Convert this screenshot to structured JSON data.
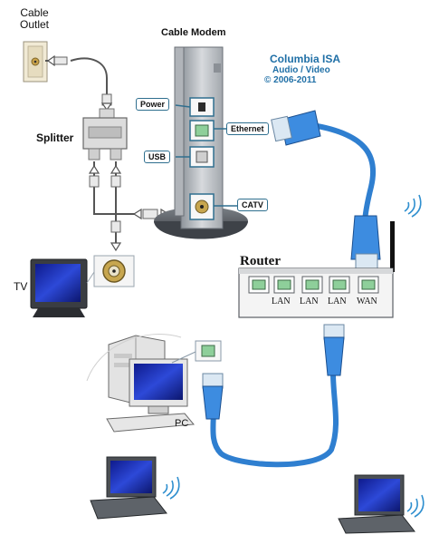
{
  "labels": {
    "cable_outlet": "Cable\nOutlet",
    "cable_modem": "Cable Modem",
    "splitter": "Splitter",
    "tv": "TV",
    "router": "Router",
    "pc": "PC",
    "modem_ports": {
      "power": "Power",
      "ethernet": "Ethernet",
      "usb": "USB",
      "catv": "CATV"
    },
    "router_ports": [
      "LAN",
      "LAN",
      "LAN",
      "WAN"
    ]
  },
  "credit": {
    "line1": "Columbia ISA",
    "line2": "Audio / Video",
    "line3": "© 2006-2011"
  },
  "colors": {
    "ethernet_cable": "#2f7fd0",
    "coax_cable": "#555555",
    "label_border": "#2f6f8f",
    "credit_text": "#1f6fa6",
    "device_body": "#c9cdd2"
  }
}
